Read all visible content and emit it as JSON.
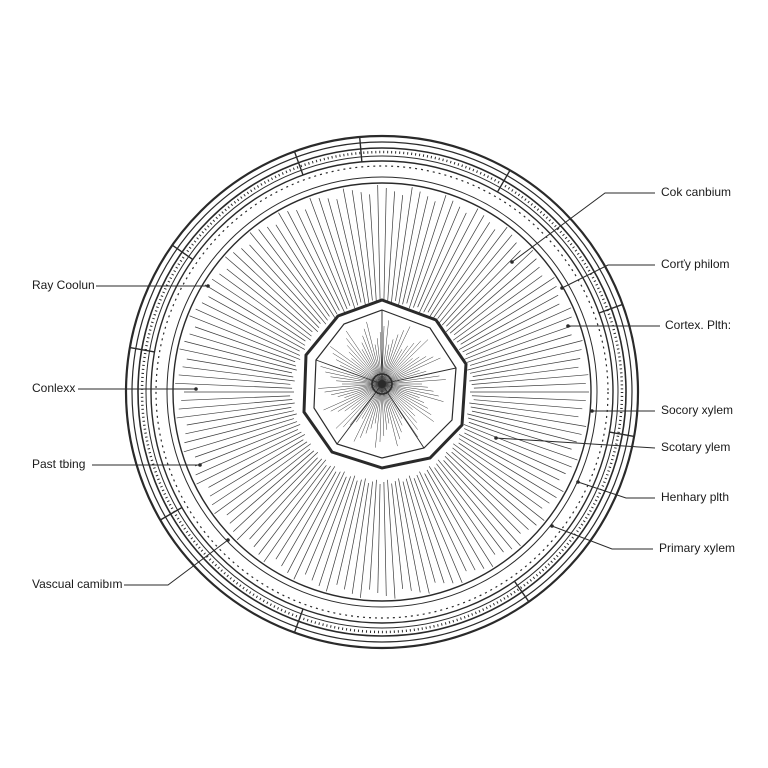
{
  "diagram": {
    "labels_left": [
      {
        "id": "ray-column",
        "text": "Ray Coolun"
      },
      {
        "id": "cortex-left",
        "text": "Conlexx"
      },
      {
        "id": "past-tubing",
        "text": "Past tbing"
      },
      {
        "id": "vascular-cambium",
        "text": "Vascual camibım"
      }
    ],
    "labels_right": [
      {
        "id": "cork-cambium",
        "text": "Cok canbium"
      },
      {
        "id": "cortex-phloem",
        "text": "Corťy philom"
      },
      {
        "id": "cortex-pith",
        "text": "Cortex. Plth:"
      },
      {
        "id": "secondary-xylem-1",
        "text": "Socory xylem"
      },
      {
        "id": "secondary-xylem-2",
        "text": "Scotary ylem"
      },
      {
        "id": "tertiary-pith",
        "text": "Henhary plth"
      },
      {
        "id": "primary-xylem",
        "text": "Primary xylem"
      }
    ],
    "colors": {
      "ink": "#2a2a2a",
      "line": "#3a3a3a",
      "background": "#ffffff"
    }
  }
}
